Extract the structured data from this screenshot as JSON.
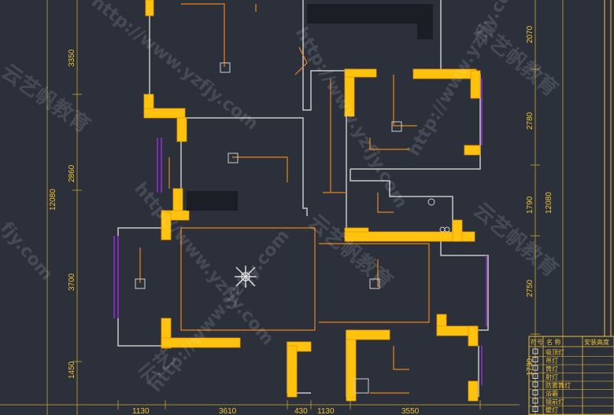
{
  "dimensions": {
    "left": [
      "3350",
      "2860",
      "12080",
      "3700",
      "1450"
    ],
    "right": [
      "2070",
      "2780",
      "12080",
      "1790",
      "2750",
      "1730"
    ],
    "bottom": [
      "1130",
      "3610",
      "430",
      "1130",
      "3550"
    ]
  },
  "legend": {
    "headers": [
      "符号",
      "名 称",
      "安装高度"
    ],
    "items": [
      "吸顶灯",
      "吊灯",
      "筒灯",
      "射灯",
      "防雾筒灯",
      "浴霸",
      "镜前灯",
      "壁灯"
    ]
  },
  "watermarks": [
    "http://www.yzfjy.com",
    "云艺帆教育",
    "fjy.com",
    "云艺"
  ],
  "colors": {
    "background": "#2b303b",
    "wall": "#ffc20e",
    "wall_outline": "#c8c8c8",
    "wiring": "#e8841a",
    "dimension": "#f2c230",
    "window": "#7a2fb0"
  }
}
